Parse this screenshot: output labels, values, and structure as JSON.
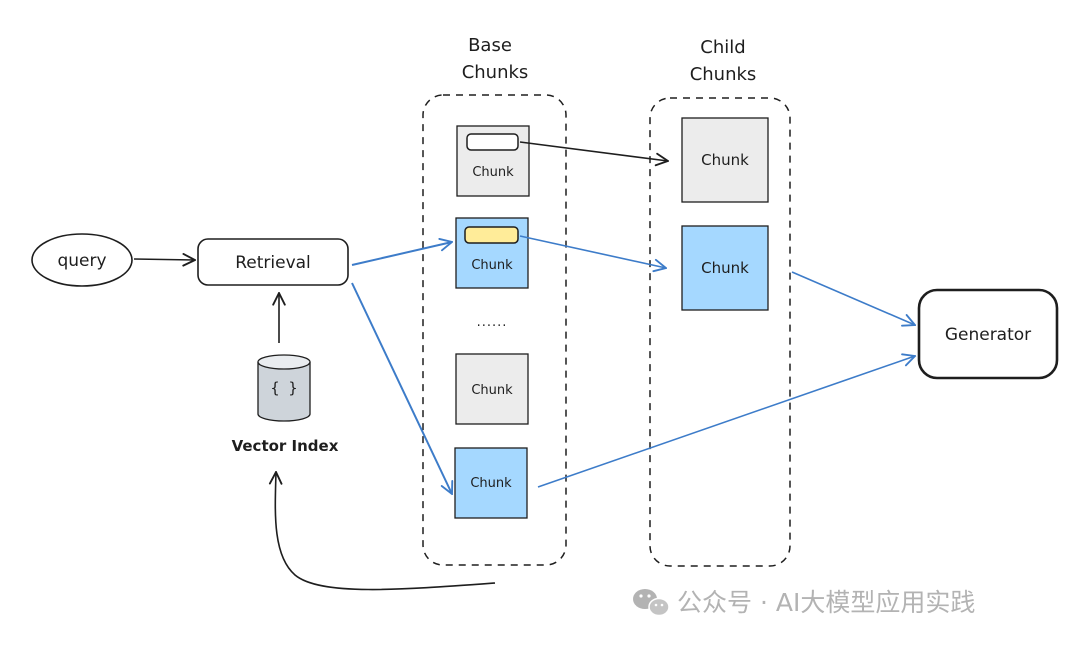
{
  "diagram": {
    "groups": {
      "base": {
        "title_line1": "Base",
        "title_line2": "Chunks"
      },
      "child": {
        "title_line1": "Child",
        "title_line2": "Chunks"
      }
    },
    "nodes": {
      "query": "query",
      "retrieval": "Retrieval",
      "vector_index": "Vector Index",
      "vector_db_glyph": "{ }",
      "generator": "Generator",
      "ellipsis": "......"
    },
    "chunk_label": "Chunk"
  },
  "watermark": {
    "text": "公众号 · AI大模型应用实践"
  },
  "colors": {
    "stroke": "#1e1e1e",
    "blue_arrow": "#3d7cc9",
    "chunk_gray": "#ececec",
    "chunk_blue": "#a5d8ff",
    "highlight_yellow": "#ffec99",
    "db_fill": "#ced4da",
    "watermark": "#b3b3b3"
  }
}
